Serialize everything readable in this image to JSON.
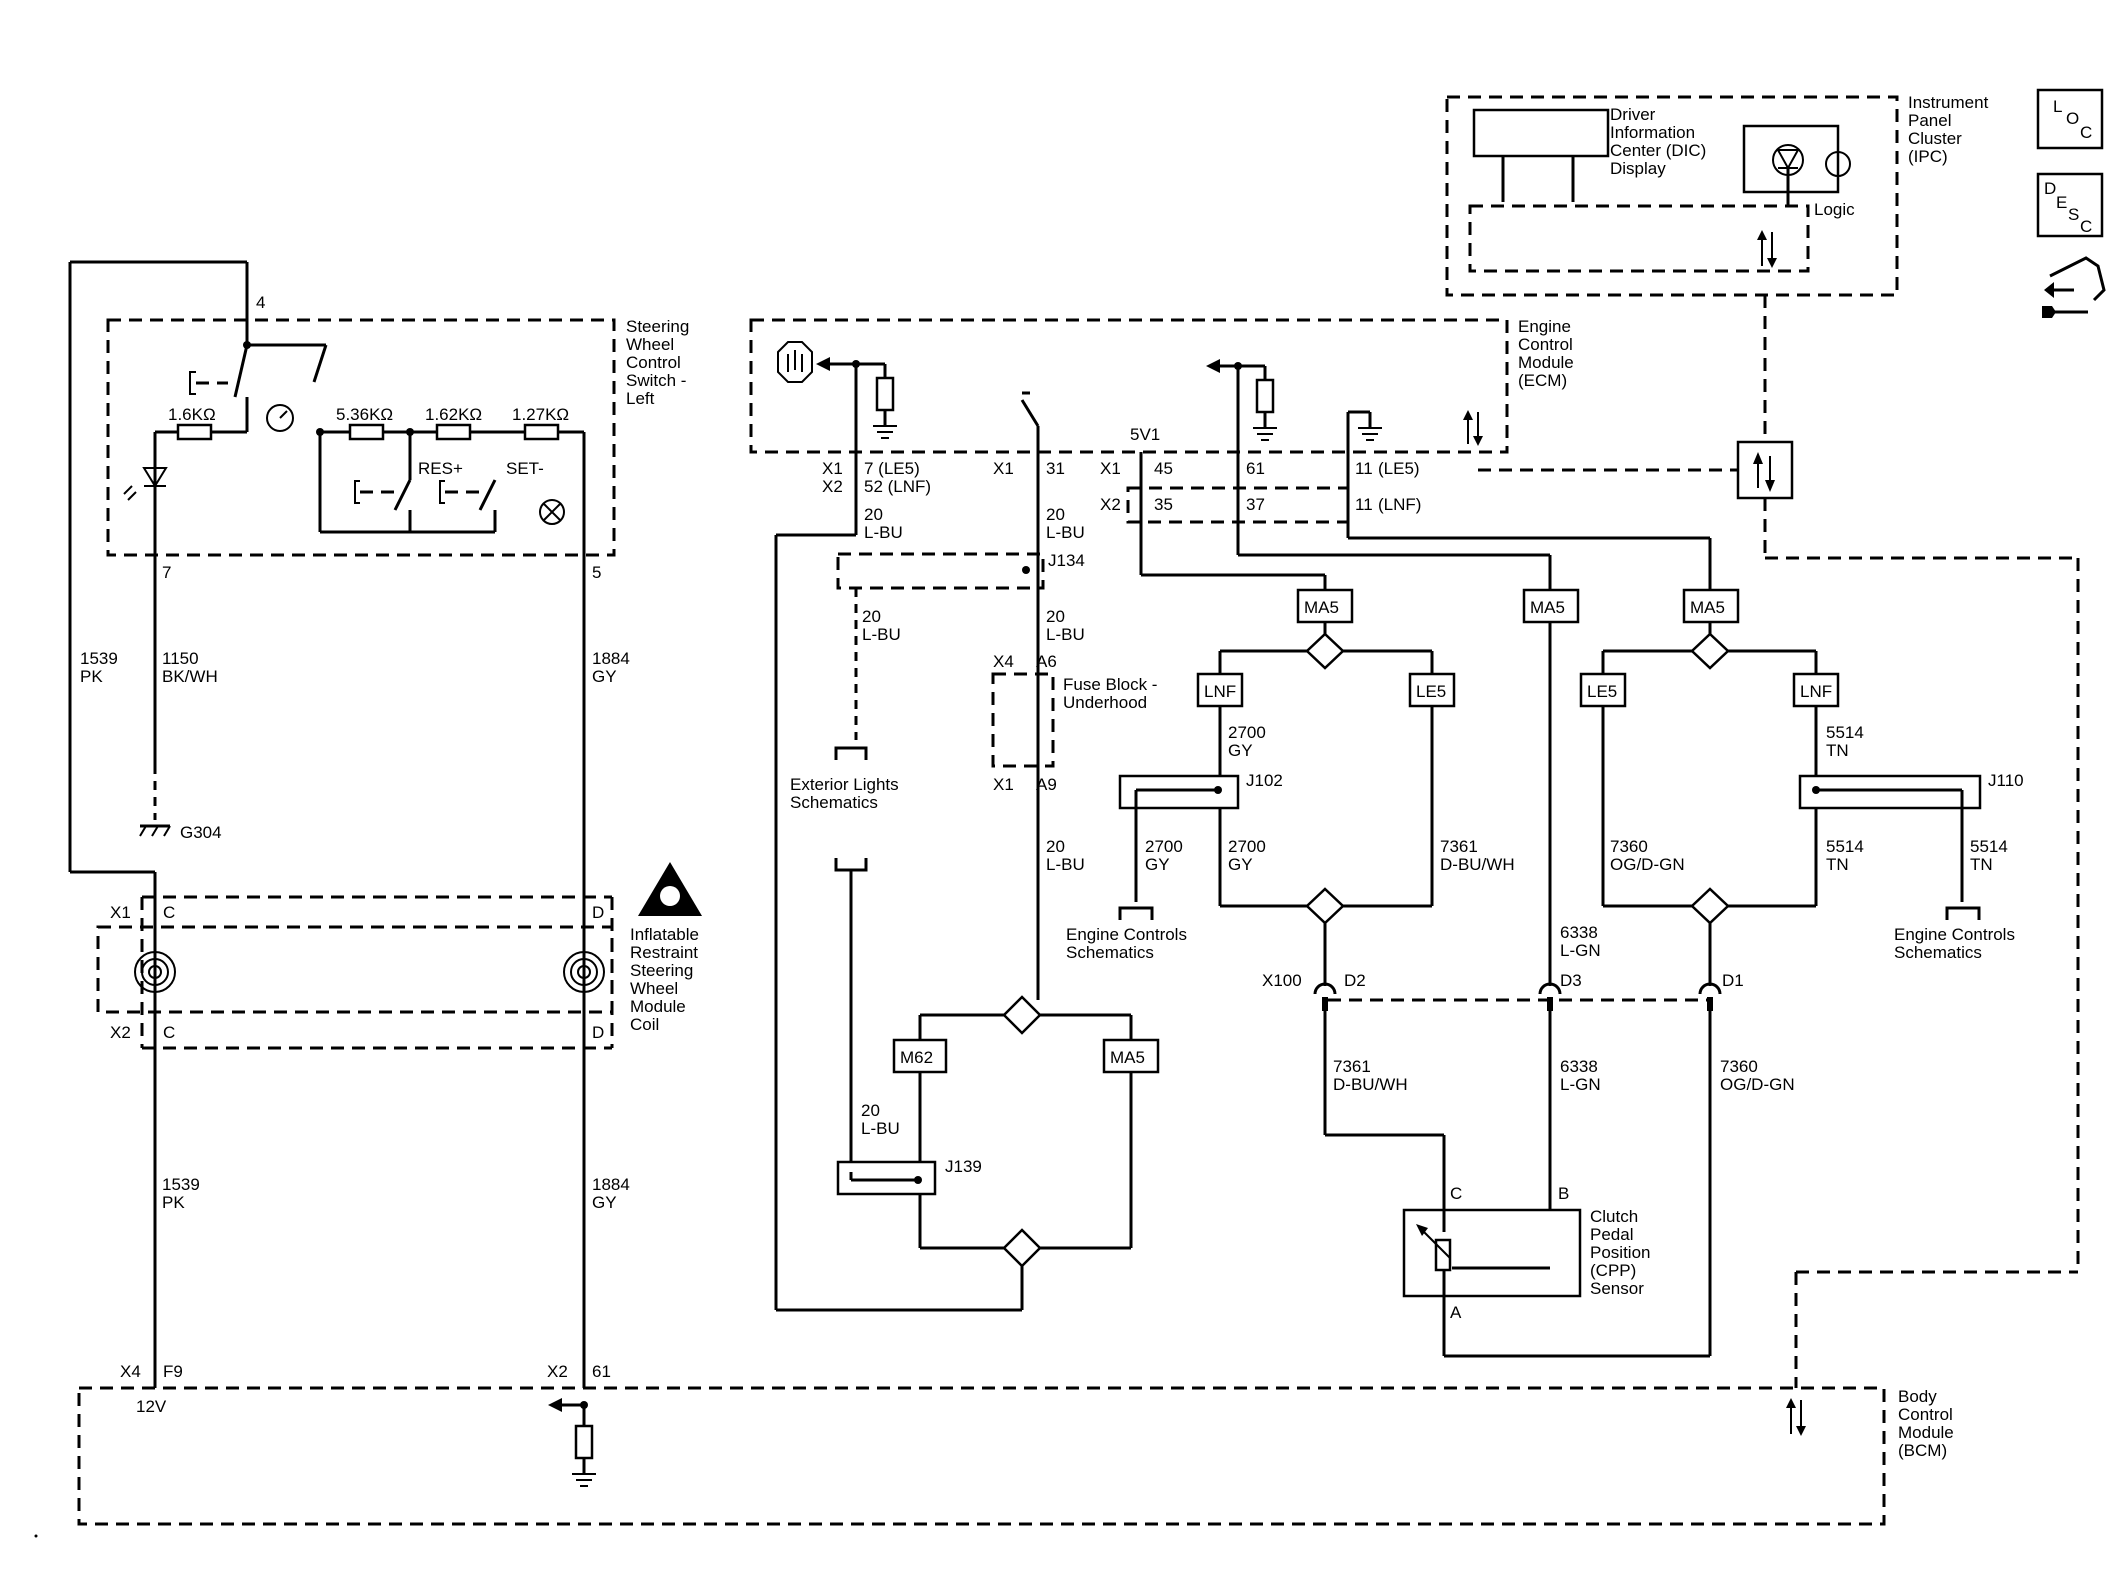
{
  "components": {
    "swc_switch": "Steering\nWheel\nControl\nSwitch -\nLeft",
    "ecm": "Engine\nControl\nModule\n(ECM)",
    "ipc": "Instrument\nPanel\nCluster\n(IPC)",
    "dic": "Driver\nInformation\nCenter (DIC)\nDisplay",
    "ipc_logic": "Logic",
    "bcm": "Body\nControl\nModule\n(BCM)",
    "coil": "Inflatable\nRestraint\nSteering\nWheel\nModule\nCoil",
    "cpp_sensor": "Clutch\nPedal\nPosition\n(CPP)\nSensor",
    "fuse_block": "Fuse Block -\nUnderhood",
    "exterior_lights": "Exterior Lights\nSchematics",
    "engine_controls_left": "Engine Controls\nSchematics",
    "engine_controls_right": "Engine Controls\nSchematics"
  },
  "legend_icons": {
    "loc": [
      "L",
      "O",
      "C"
    ],
    "desc": [
      "D",
      "E",
      "S",
      "C"
    ],
    "icon": "tool-icon"
  },
  "switch_values": {
    "r1": "1.6KΩ",
    "r2": "5.36KΩ",
    "r3": "1.62KΩ",
    "r4": "1.27KΩ",
    "res": "RES+",
    "set": "SET-"
  },
  "pins": {
    "sw4": "4",
    "sw7": "7",
    "sw5": "5",
    "x1": "X1",
    "x2": "X2",
    "x4": "X4",
    "c": "C",
    "d": "D",
    "f9": "F9",
    "v12": "12V",
    "p61": "61",
    "ecm_x1_7": "7 (LE5)",
    "ecm_x2_52": "52 (LNF)",
    "ecm_31": "31",
    "v5v1": "5V1",
    "p45": "45",
    "p35": "35",
    "p61b": "61",
    "p37": "37",
    "p11a": "11",
    "p11a_tag": "(LE5)",
    "p11b": "11",
    "p11b_tag": "(LNF)",
    "a6": "A6",
    "a9": "A9",
    "x100": "X100",
    "d1": "D1",
    "d2": "D2",
    "d3": "D3",
    "pin_a": "A",
    "pin_b": "B",
    "pin_c": "C"
  },
  "wires": {
    "w1539": "1539",
    "pk": "PK",
    "w1150": "1150",
    "bkwh": "BK/WH",
    "w1884": "1884",
    "gy": "GY",
    "w20": "20",
    "lbu": "L-BU",
    "w2700": "2700",
    "w7361": "7361",
    "dbuwh": "D-BU/WH",
    "w7360": "7360",
    "ogdgn": "OG/D-GN",
    "w6338": "6338",
    "lgn": "L-GN",
    "w5514": "5514",
    "tn": "TN"
  },
  "splices": {
    "j134": "J134",
    "j102": "J102",
    "j110": "J110",
    "j139": "J139"
  },
  "ground": "G304",
  "options": {
    "ma5": "MA5",
    "m62": "M62",
    "lnf": "LNF",
    "le5": "LE5"
  }
}
